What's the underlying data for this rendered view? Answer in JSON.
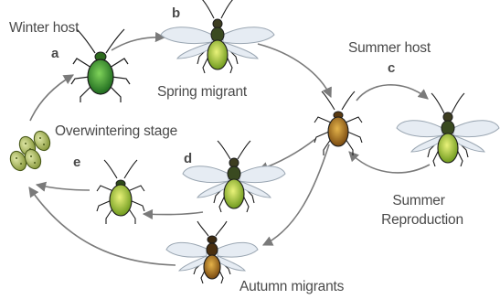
{
  "labels": {
    "winter_host": "Winter host",
    "spring_migrant": "Spring migrant",
    "summer_host": "Summer host",
    "overwintering_stage": "Overwintering stage",
    "summer_reproduction_1": "Summer",
    "summer_reproduction_2": "Reproduction",
    "autumn_migrants": "Autumn migrants"
  },
  "letters": {
    "a": "a",
    "b": "b",
    "c": "c",
    "d": "d",
    "e": "e"
  },
  "colors": {
    "arrow": "#7a7a7a",
    "wing": "#e6ecf3",
    "wing_stroke": "#9aa6b2",
    "body_green": "#b7cc3a",
    "body_dark_green": "#3f8f2a",
    "body_brown": "#b07a1e",
    "egg": "#a9b764"
  }
}
